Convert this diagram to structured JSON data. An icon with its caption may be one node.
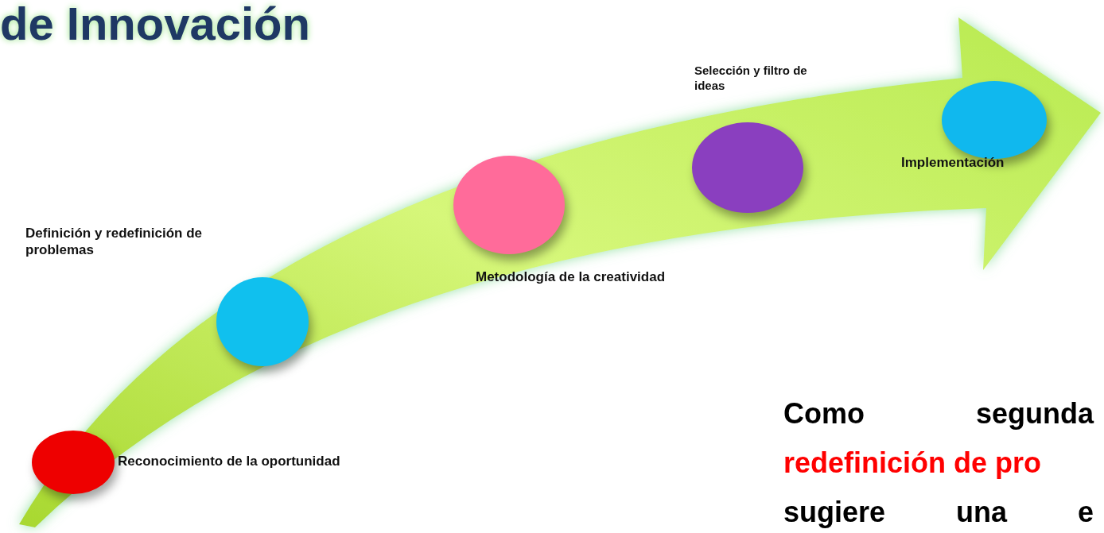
{
  "diagram": {
    "title": "de Innovación",
    "nodes": [
      {
        "text": [],
        "shape": "circle",
        "beside": [
          "Reconocimiento de la oportunidad"
        ]
      },
      {
        "text": [],
        "shape": "circle",
        "beside": [
          "Definición y redefinición de problemas"
        ]
      },
      {
        "text": [],
        "shape": "circle",
        "beside": [
          "Metodología de la creatividad"
        ]
      },
      {
        "text": [],
        "shape": "circle",
        "beside": [
          "Selección y filtro de ideas"
        ]
      },
      {
        "text": [],
        "shape": "circle",
        "beside": [
          "Implementación"
        ]
      }
    ],
    "labels": [
      "Como segunda",
      "redefinición de pro",
      "sugiere una e"
    ]
  }
}
